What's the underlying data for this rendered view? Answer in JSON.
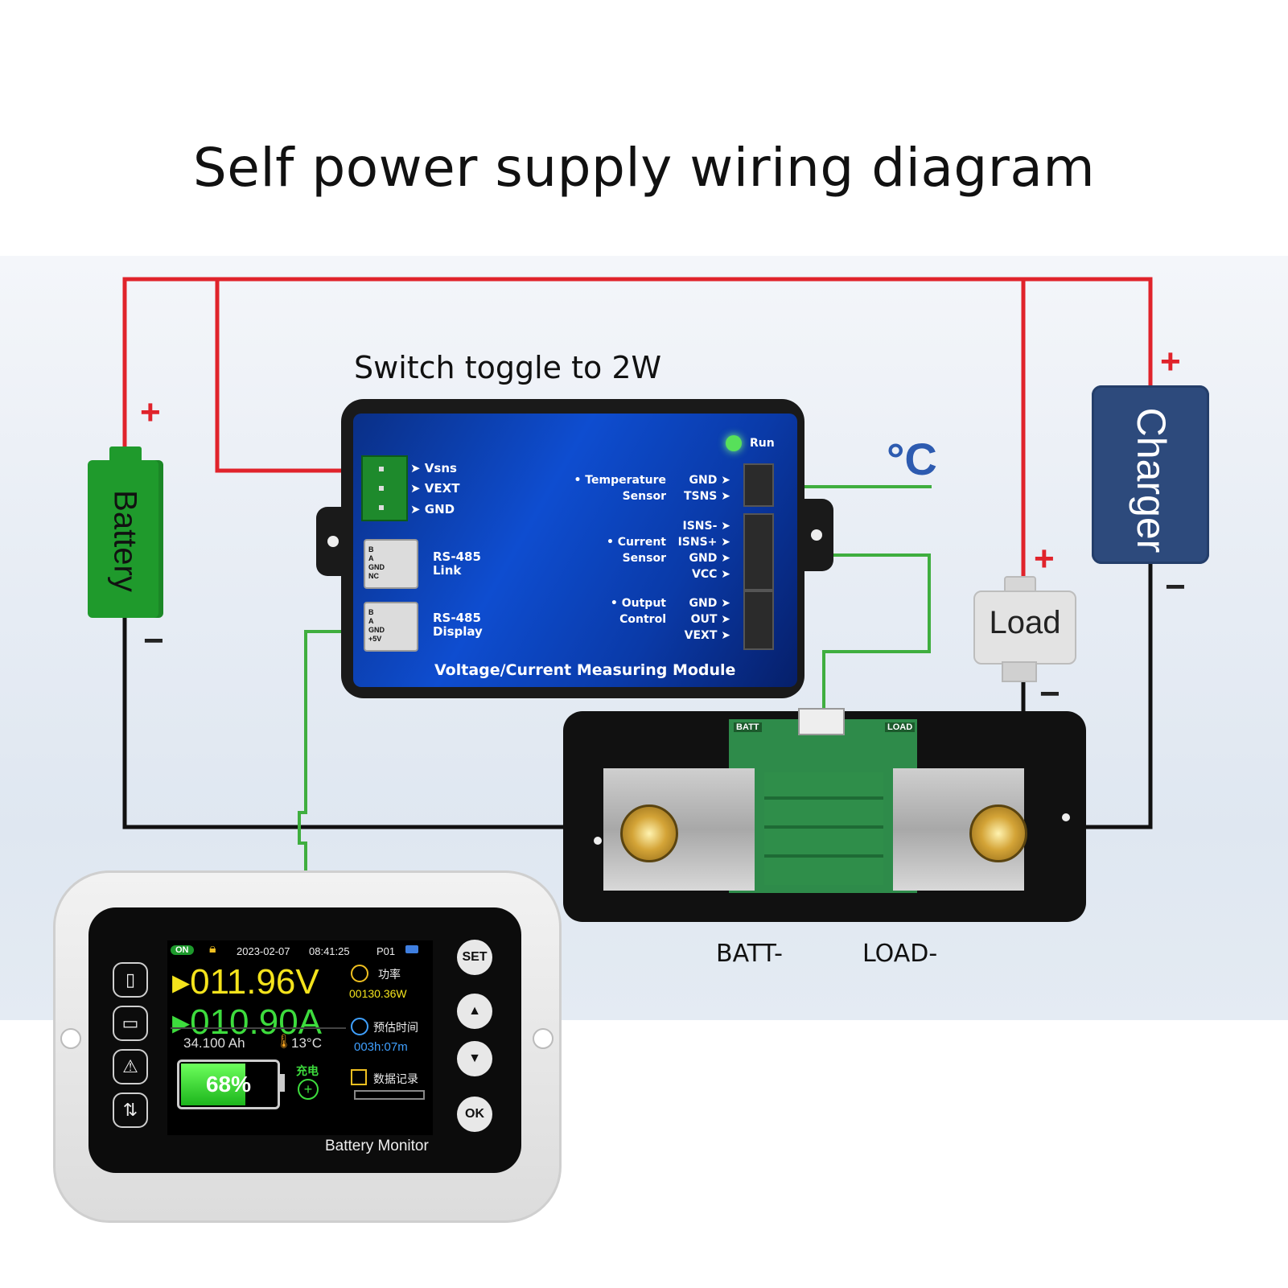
{
  "title": "Self power supply wiring diagram",
  "note": "Switch toggle to 2W",
  "colors": {
    "positive_wire": "#e0232b",
    "negative_wire": "#111111",
    "signal_wire": "#3fae3f",
    "battery": "#1f9a2c",
    "charger": "#2d4a7c"
  },
  "battery": {
    "label": "Battery",
    "plus": "+",
    "minus": "−"
  },
  "charger": {
    "label": "Charger",
    "plus": "+",
    "minus": "−"
  },
  "load": {
    "label": "Load",
    "plus": "+",
    "minus": "−"
  },
  "temperature_symbol": "°C",
  "module": {
    "run": "Run",
    "left_pins": [
      "Vsns",
      "VEXT",
      "GND"
    ],
    "rs485_link": {
      "label_line1": "RS-485",
      "label_line2": "Link",
      "pins": [
        "B",
        "A",
        "GND",
        "NC"
      ]
    },
    "rs485_display": {
      "label_line1": "RS-485",
      "label_line2": "Display",
      "pins": [
        "B",
        "A",
        "GND",
        "+5V"
      ]
    },
    "temperature_sensor": {
      "label_line1": "Temperature",
      "label_line2": "Sensor",
      "pins": [
        "GND",
        "TSNS"
      ]
    },
    "current_sensor": {
      "label_line1": "Current",
      "label_line2": "Sensor",
      "pins": [
        "ISNS-",
        "ISNS+",
        "GND",
        "VCC"
      ]
    },
    "output_control": {
      "label_line1": "Output",
      "label_line2": "Control",
      "pins": [
        "GND",
        "OUT",
        "VEXT"
      ]
    },
    "name": "Voltage/Current Measuring Module"
  },
  "shunt": {
    "batt_tag": "BATT",
    "load_tag": "LOAD",
    "batt_label": "BATT-",
    "load_label": "LOAD-"
  },
  "monitor": {
    "on_badge": "ON",
    "date": "2023-02-07",
    "time": "08:41:25",
    "profile": "P01",
    "voltage": "011.96V",
    "current": "010.90A",
    "capacity": "34.100 Ah",
    "temperature": "13°C",
    "battery_percent": "68%",
    "battery_percent_value": 68,
    "charge_label": "充电",
    "power_label": "功率",
    "power_value": "00130.36W",
    "time_left_label": "预估时间",
    "time_left_value": "003h:07m",
    "record_label": "数据记录",
    "keys": {
      "set": "SET",
      "up": "▲",
      "down": "▼",
      "ok": "OK"
    },
    "brand": "Battery Monitor"
  }
}
